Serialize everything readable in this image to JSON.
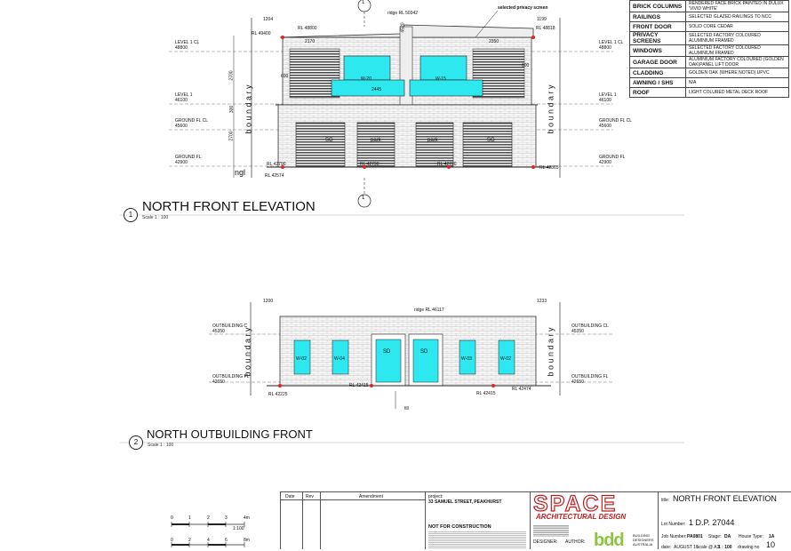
{
  "schedule": [
    {
      "key": "BRICK COLUMNS",
      "value": "RENDERED FACE BRICK PAINTED IN DULUX 'VIVID WHITE'"
    },
    {
      "key": "RAILINGS",
      "value": "SELECTED GLAZED RAILINGS TO NCC"
    },
    {
      "key": "FRONT DOOR",
      "value": "SOLID CORE CEDAR"
    },
    {
      "key": "PRIVACY SCREENS",
      "value": "SELECTED FACTORY COLOURED ALUMINIUM FRAMED"
    },
    {
      "key": "WINDOWS",
      "value": "SELECTED FACTORY COLOURED ALUMINIUM FRAMED"
    },
    {
      "key": "GARAGE DOOR",
      "value": "ALUMINIUM FACTORY COLOURED (GOLDEN OAK)PANEL LIFT DOOR"
    },
    {
      "key": "CLADDING",
      "value": "GOLDEN OAK (WHERE NOTED) UPVC"
    },
    {
      "key": "AWNING / SHS",
      "value": "N/A"
    },
    {
      "key": "ROOF",
      "value": "LIGHT COLURED METAL DECK ROOF"
    }
  ],
  "elev1": {
    "title": "NORTH FRONT ELEVATION",
    "scale": "Scale 1 : 100",
    "number": "1",
    "levels_left": [
      {
        "name": "LEVEL 1 CL",
        "rl": "48800"
      },
      {
        "name": "LEVEL 1",
        "rl": "46100"
      },
      {
        "name": "GROUND FL CL",
        "rl": "45600"
      },
      {
        "name": "GROUND FL",
        "rl": "42900"
      }
    ],
    "levels_right": [
      {
        "name": "LEVEL 1 CL",
        "rl": "48800"
      },
      {
        "name": "LEVEL 1",
        "rl": "46100"
      },
      {
        "name": "GROUND FL CL",
        "rl": "45600"
      },
      {
        "name": "GROUND FL",
        "rl": "42900"
      }
    ],
    "rl_labels": [
      "RL 48800",
      "RL 49400",
      "RL 48818",
      "RL 42790",
      "RL 42574",
      "RL 42790",
      "RL 42790",
      "RL 42865"
    ],
    "ridge": "ridge RL 50342",
    "privacy_note": "selected privacy screen",
    "dims": [
      "1204",
      "2170",
      "2350",
      "1199",
      "2700",
      "2700",
      "300",
      "600",
      "600",
      "2445",
      "4520"
    ],
    "windows": [
      "W-20",
      "W-15"
    ],
    "garage_text": [
      "SG",
      "park",
      "park",
      "SG"
    ],
    "boundary": "b o u n d a r y",
    "ngl": "ngl",
    "section_ref": "1"
  },
  "elev2": {
    "title": "NORTH OUTBUILDING FRONT",
    "scale": "Scale 1 : 100",
    "number": "2",
    "levels_left": [
      {
        "name": "OUTBUILDING C",
        "rl": "45350"
      },
      {
        "name": "OUTBUILDING FL",
        "rl": "42650"
      }
    ],
    "levels_right": [
      {
        "name": "OUTBUILDING CL",
        "rl": "45350"
      },
      {
        "name": "OUTBUILDING FL",
        "rl": "42650"
      }
    ],
    "ridge": "ridge RL 46117",
    "dims": [
      "1200",
      "1233"
    ],
    "rl_labels": [
      "RL 42225",
      "RL 42415",
      "RL 42415",
      "RL 42474"
    ],
    "windows": [
      "W-02",
      "W-04",
      "W-03",
      "W-02"
    ],
    "doors": [
      "SD",
      "SD"
    ],
    "fill": "fill",
    "boundary": "b o u n d a r y"
  },
  "scalebar": {
    "ticks1": [
      "0",
      "1",
      "2",
      "3",
      "4m"
    ],
    "label1": "1:100",
    "ticks2": [
      "0",
      "2",
      "4",
      "6",
      "8m"
    ]
  },
  "titleblock": {
    "col_date": "Date",
    "col_rev": "Rev",
    "col_amend": "Amendment",
    "project_label": "project:",
    "project": "33 SAMUEL STREET, PEAKHURST",
    "nfc": "NOT FOR CONSTRUCTION",
    "logo": "SPACE",
    "logo_sub": "ARCHITECTURAL DESIGN",
    "title_label": "title:",
    "title": "NORTH FRONT ELEVATION",
    "lot_label": "Lot Number:",
    "lot": "1 D.P. 27044",
    "job_label": "Job Number:",
    "job": "PA0801",
    "stage_label": "Stage:",
    "stage": "DA",
    "house_label": "House Type:",
    "house": "1A",
    "designer": "DESIGNER:",
    "author": "AUTHOR:",
    "bdd": "bdd",
    "bdd_text": "BUILDING DESIGNERS AUSTRALIA",
    "date_label": "date:",
    "date": "AUGUST 16",
    "scale_label": "scale @ A3",
    "scale": "1 : 100",
    "drawing_label": "drawing no",
    "drawing": "10"
  }
}
